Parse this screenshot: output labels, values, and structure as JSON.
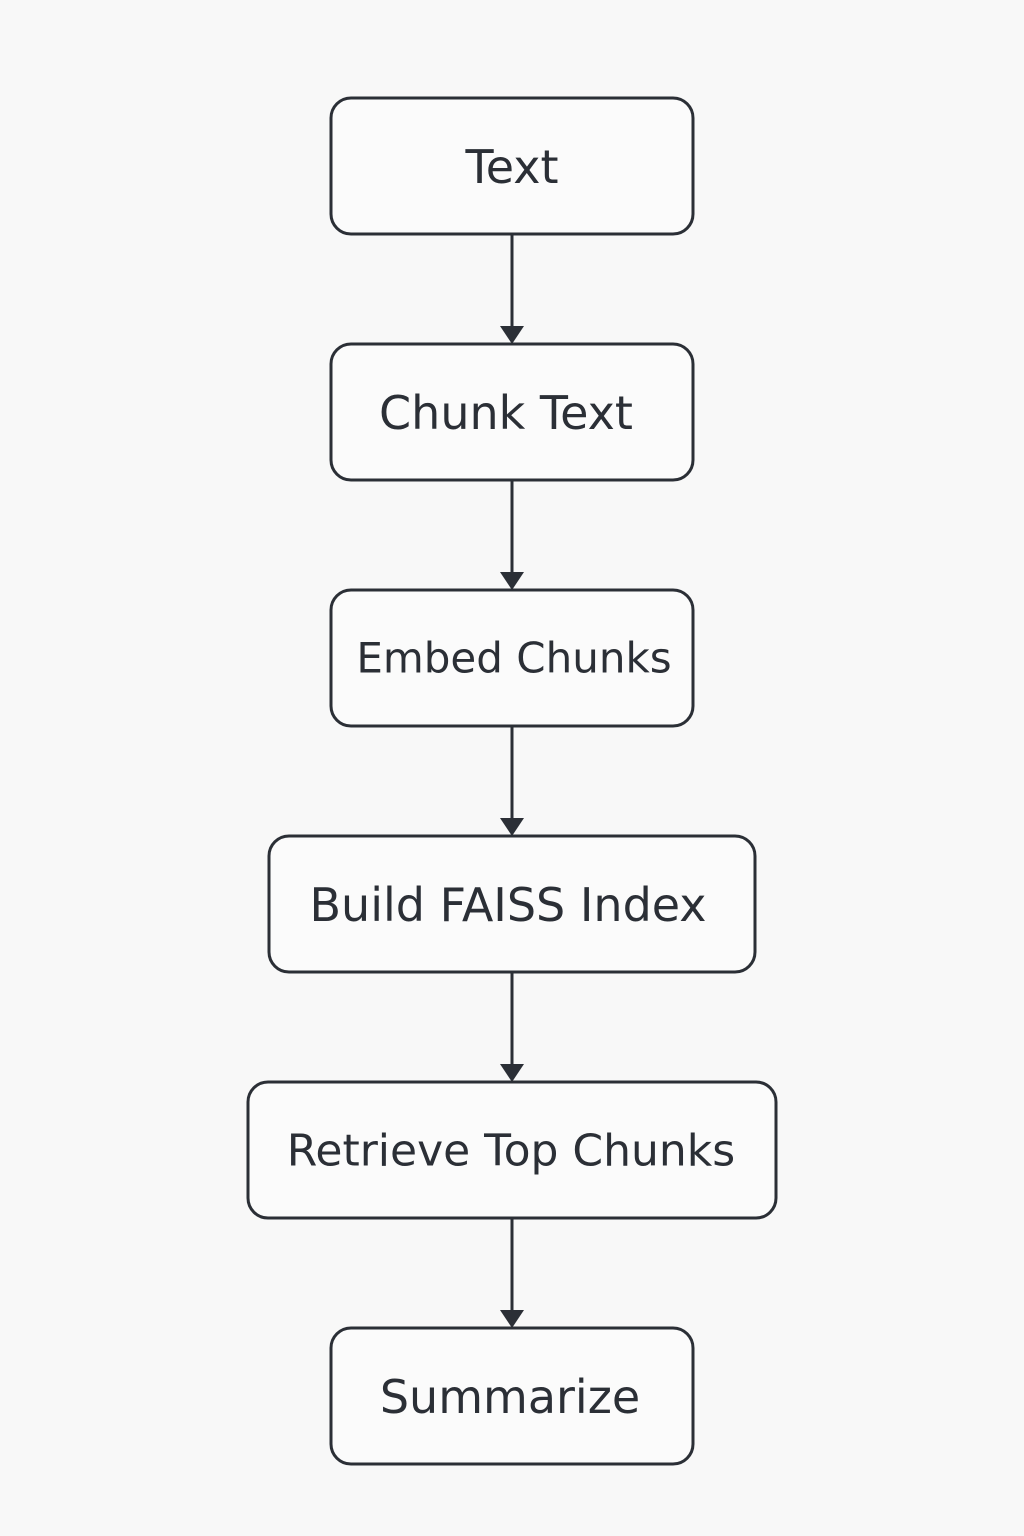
{
  "diagram": {
    "type": "flowchart",
    "direction": "top-to-bottom",
    "colors": {
      "background": "#f8f8f8",
      "box_fill": "#fbfbfb",
      "stroke": "#2b2f36",
      "text": "#2b2f36"
    },
    "nodes": [
      {
        "id": "text",
        "label": "Text"
      },
      {
        "id": "chunk-text",
        "label": "Chunk Text"
      },
      {
        "id": "embed-chunks",
        "label": "Embed Chunks"
      },
      {
        "id": "build-faiss-index",
        "label": "Build FAISS Index"
      },
      {
        "id": "retrieve-top-chunks",
        "label": "Retrieve Top Chunks"
      },
      {
        "id": "summarize",
        "label": "Summarize"
      }
    ],
    "edges": [
      {
        "from": "text",
        "to": "chunk-text"
      },
      {
        "from": "chunk-text",
        "to": "embed-chunks"
      },
      {
        "from": "embed-chunks",
        "to": "build-faiss-index"
      },
      {
        "from": "build-faiss-index",
        "to": "retrieve-top-chunks"
      },
      {
        "from": "retrieve-top-chunks",
        "to": "summarize"
      }
    ]
  }
}
